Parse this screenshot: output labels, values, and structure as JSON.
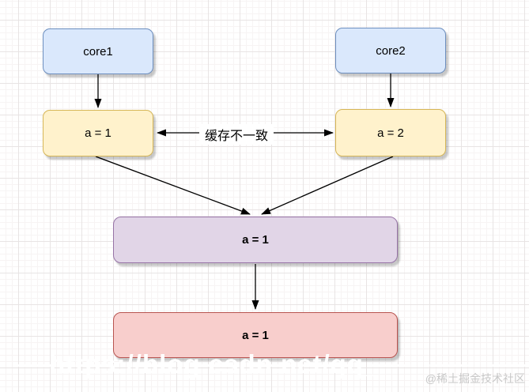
{
  "diagram": {
    "nodes": [
      {
        "id": "core1",
        "label": "core1",
        "fill": "#dae8fc",
        "stroke": "#6c8ebf",
        "bold": false
      },
      {
        "id": "core2",
        "label": "core2",
        "fill": "#dae8fc",
        "stroke": "#6c8ebf",
        "bold": false
      },
      {
        "id": "core1-cache",
        "label": "a = 1",
        "fill": "#fff2cc",
        "stroke": "#d6b656",
        "bold": false
      },
      {
        "id": "core2-cache",
        "label": "a = 2",
        "fill": "#fff2cc",
        "stroke": "#d6b656",
        "bold": false
      },
      {
        "id": "shared-value-1",
        "label": "a = 1",
        "fill": "#e1d5e7",
        "stroke": "#9673a6",
        "bold": true
      },
      {
        "id": "shared-value-2",
        "label": "a = 1",
        "fill": "#f8cecc",
        "stroke": "#b85450",
        "bold": true
      }
    ],
    "edge_label": "缓存不一致",
    "line_color": "#000000"
  },
  "watermarks": {
    "url": "https://blog.csdn.net/qq_",
    "community": "@稀土掘金技术社区"
  },
  "background": {
    "grid_minor_color": "#f7f4f4",
    "grid_major_color": "#e8e4e4",
    "grid_minor_size": 8,
    "grid_major_size": 40
  }
}
